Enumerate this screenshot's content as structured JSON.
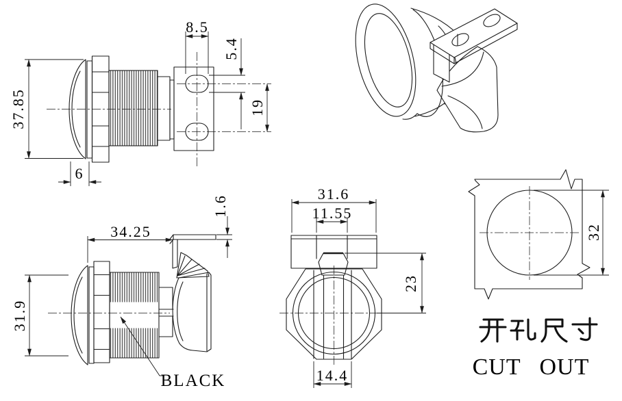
{
  "drawing_type": "engineering-drawing",
  "part": "cam latch lock",
  "colors": {
    "line": "#1c1c1c",
    "background": "#ffffff",
    "text": "#000000"
  },
  "dimensions": {
    "overall_height": "37.85",
    "head_depth": "6",
    "bracket_hole_width": "8.5",
    "bracket_slot_height": "5.4",
    "bracket_hole_pitch": "19",
    "body_length": "34.25",
    "body_height": "31.9",
    "arm_thickness": "1.6",
    "nut_width": "31.6",
    "latch_width": "11.55",
    "cam_reach": "23",
    "cam_width": "14.4",
    "cutout_size": "32"
  },
  "labels": {
    "finish_note": "BLACK",
    "cutout_title_cn": "开孔尺寸",
    "cutout_title_en": "CUT OUT"
  }
}
